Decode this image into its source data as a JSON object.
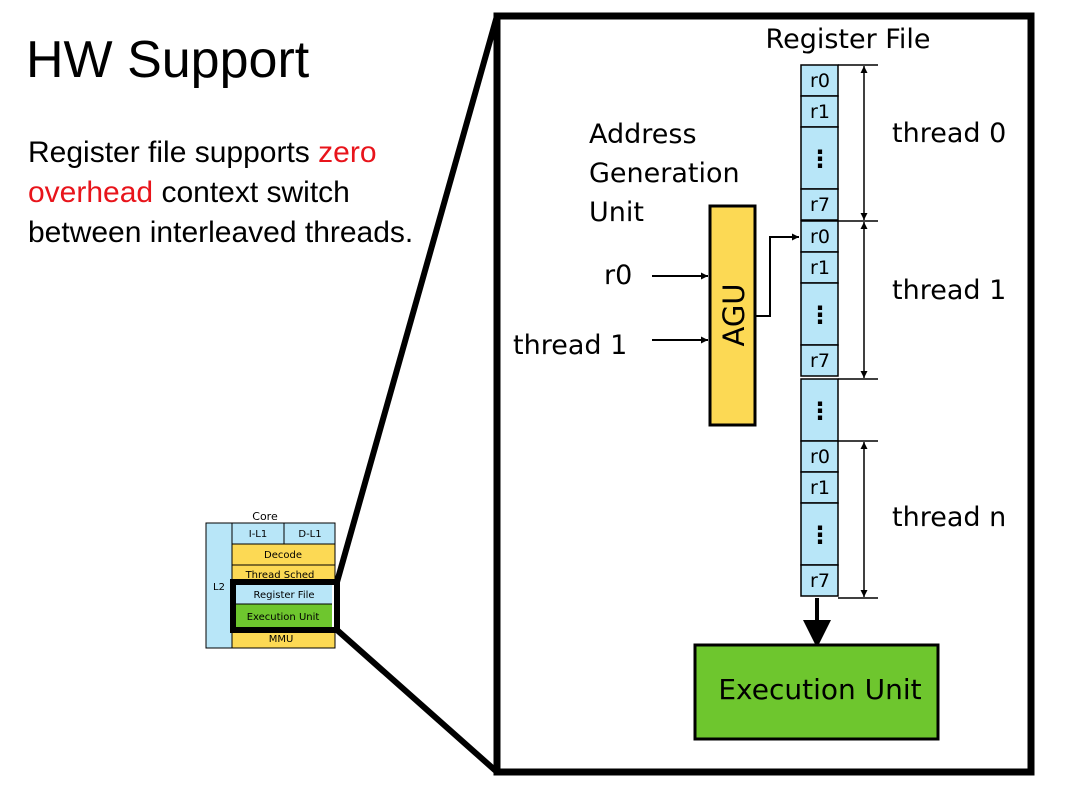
{
  "slide": {
    "title": "HW Support",
    "body_before": "Register file supports ",
    "body_highlight_1": "zero",
    "body_highlight_2": "overhead",
    "body_after": " context switch between interleaved threads.",
    "highlight_color": "#e8141b"
  },
  "core": {
    "title": "Core",
    "l2": "L2",
    "il1": "I-L1",
    "dl1": "D-L1",
    "decode": "Decode",
    "thread_sched": "Thread Sched",
    "register_file": "Register File",
    "execution_unit": "Execution Unit",
    "mmu": "MMU"
  },
  "zoom": {
    "register_file_title": "Register File",
    "agu_caption": [
      "Address",
      "Generation",
      "Unit"
    ],
    "agu": "AGU",
    "input_register": "r0",
    "input_thread": "thread 1",
    "execution_unit": "Execution Unit",
    "threads": [
      "thread 0",
      "thread 1",
      "thread n"
    ],
    "cells": [
      [
        "r0",
        "r1",
        "⋮",
        "r7"
      ],
      [
        "r0",
        "r1",
        "⋮",
        "r7"
      ],
      [
        "⋮"
      ],
      [
        "r0",
        "r1",
        "⋮",
        "r7"
      ]
    ]
  },
  "colors": {
    "register_blue": "#b8e6f8",
    "yellow": "#fcd954",
    "green": "#6ec62e",
    "red": "#e8141b"
  }
}
